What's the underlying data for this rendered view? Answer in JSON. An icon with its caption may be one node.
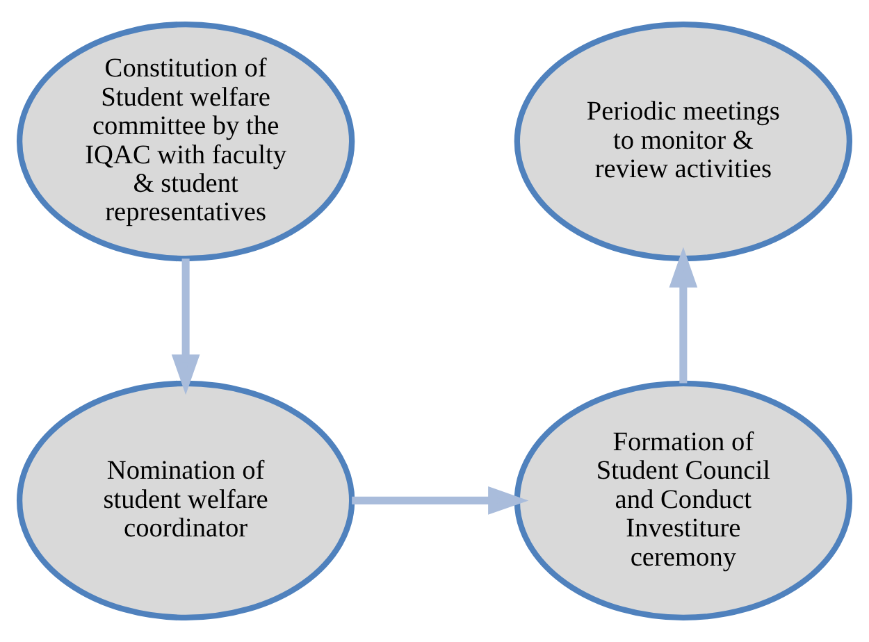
{
  "diagram": {
    "nodes": [
      {
        "text": [
          "Constitution of Student welfare committee by the IQAC with faculty & student representatives"
        ]
      },
      {
        "text": [
          "Nomination of student welfare coordinator"
        ]
      },
      {
        "text": [
          "Formation of Student Council and Conduct Investiture ceremony"
        ]
      },
      {
        "text": [
          "Periodic meetings to monitor & review activities"
        ]
      }
    ],
    "edges": [
      {
        "from": 0,
        "to": 1,
        "arrow": "to"
      },
      {
        "from": 1,
        "to": 2,
        "arrow": "to"
      },
      {
        "from": 2,
        "to": 3,
        "arrow": "to"
      }
    ]
  }
}
